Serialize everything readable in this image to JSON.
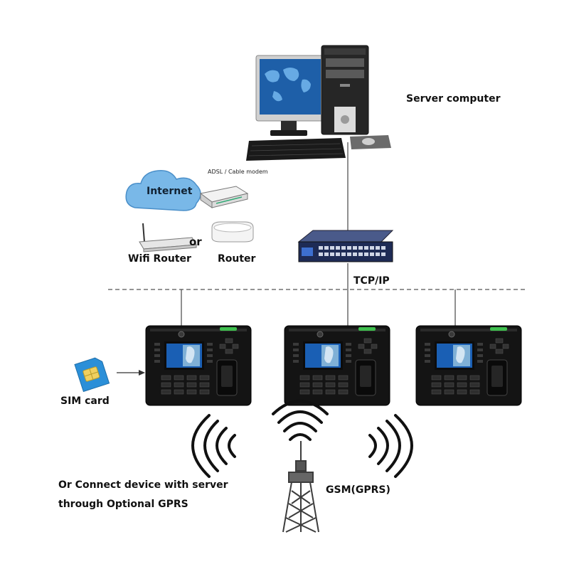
{
  "labels": {
    "server": "Server computer",
    "internet": "Internet",
    "modem": "ADSL / Cable modem",
    "or": "or",
    "wifi_router": "Wifi Router",
    "router": "Router",
    "tcpip": "TCP/IP",
    "sim": "SIM card",
    "gprs_note_line1": "Or Connect device with server",
    "gprs_note_line2": "through Optional GPRS",
    "gsm": "GSM(GPRS)"
  },
  "colors": {
    "line": "#444444",
    "device_body": "#141414",
    "device_screen": "#1a5fb4",
    "cloud": "#79b8e8",
    "sim": "#2b8fd8",
    "switch": "#2a3a66",
    "monitor_screen": "#1e5fa8",
    "tower": "#4a4a4a"
  },
  "icons": {
    "server": "desktop-computer-icon",
    "internet": "cloud-icon",
    "modem": "modem-icon",
    "wifi_router": "wifi-router-icon",
    "router": "router-icon",
    "switch": "network-switch-icon",
    "device": "fingerprint-terminal-icon",
    "sim": "sim-card-icon",
    "signal": "radio-waves-icon",
    "tower": "gsm-tower-icon"
  }
}
